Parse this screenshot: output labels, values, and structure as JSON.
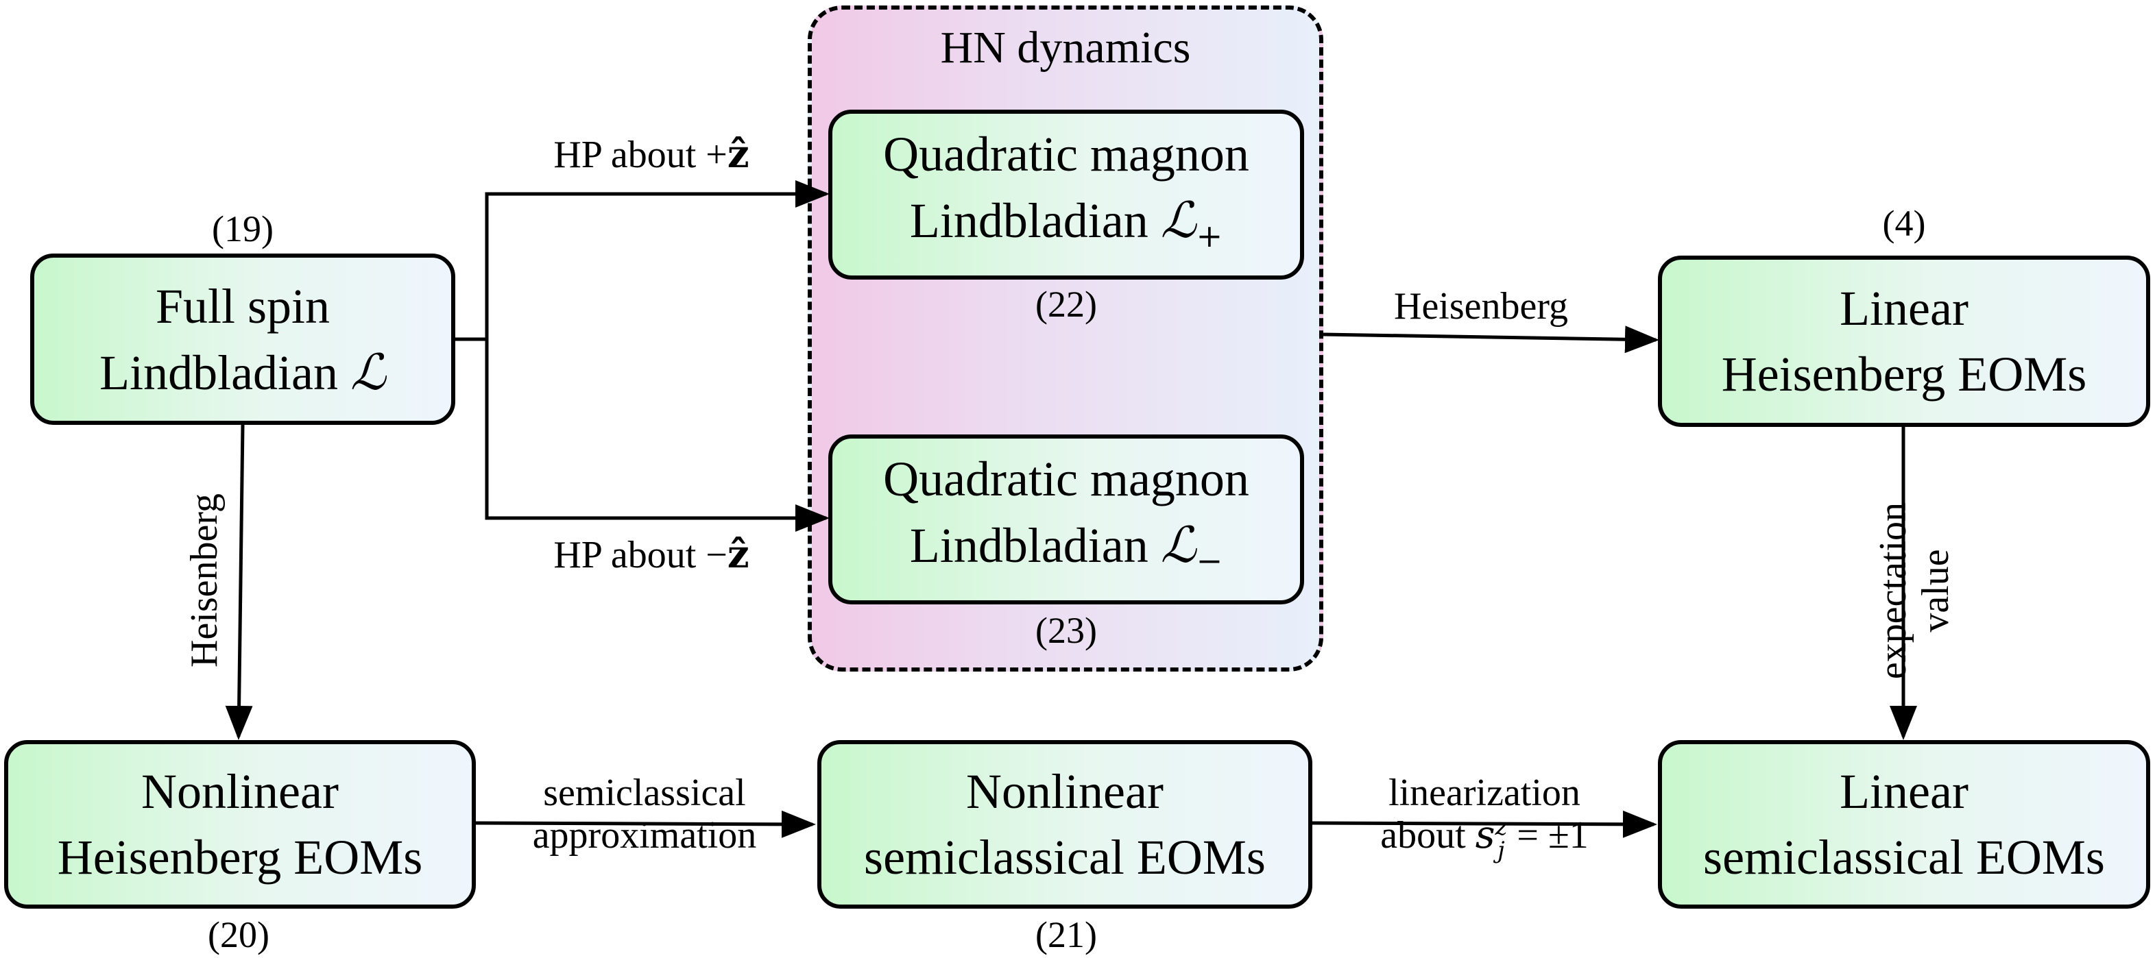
{
  "group": {
    "title": "HN dynamics"
  },
  "nodes": {
    "full_spin": {
      "line1": "Full spin",
      "line2": "Lindbladian ",
      "symbol": "ℒ",
      "eq": "(19)"
    },
    "magnon_plus": {
      "line1": "Quadratic magnon",
      "line2": "Lindbladian ",
      "symbol": "ℒ",
      "sub": "+",
      "eq": "(22)"
    },
    "magnon_minus": {
      "line1": "Quadratic magnon",
      "line2": "Lindbladian ",
      "symbol": "ℒ",
      "sub": "−",
      "eq": "(23)"
    },
    "linear_heis": {
      "line1": "Linear",
      "line2": "Heisenberg EOMs",
      "eq": "(4)"
    },
    "nonlinear_heis": {
      "line1": "Nonlinear",
      "line2": "Heisenberg EOMs",
      "eq": "(20)"
    },
    "nonlinear_semi": {
      "line1": "Nonlinear",
      "line2": "semiclassical EOMs",
      "eq": "(21)"
    },
    "linear_semi": {
      "line1": "Linear",
      "line2": "semiclassical EOMs"
    }
  },
  "edges": {
    "hp_plus": {
      "prefix": "HP about ",
      "sign": "+",
      "vec": "ẑ"
    },
    "hp_minus": {
      "prefix": "HP about ",
      "sign": "−",
      "vec": "ẑ"
    },
    "heisenberg_right": "Heisenberg",
    "heisenberg_down": "Heisenberg",
    "expectation": {
      "line1": "expectation",
      "line2": "value"
    },
    "semiclassical": {
      "line1": "semiclassical",
      "line2": "approximation"
    },
    "linearization": {
      "line1": "linearization",
      "line2_prefix": "about ",
      "var": "s",
      "sup": "z",
      "sub": "j",
      "rhs": " = ±1"
    }
  },
  "colors": {
    "node_fill_left": "#c8f7cc",
    "node_fill_right": "#eef5fc",
    "group_fill_left": "#f0c9e6",
    "group_fill_right": "#e8f0fa",
    "stroke": "#000000"
  }
}
